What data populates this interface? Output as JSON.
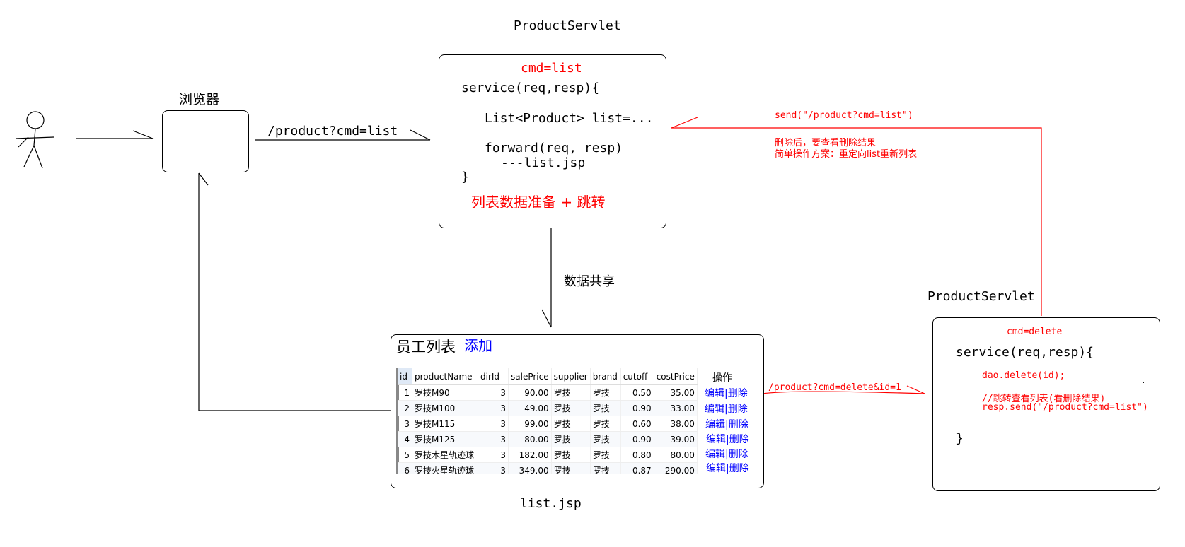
{
  "labels": {
    "top_servlet": "ProductServlet",
    "browser": "浏览器",
    "request_url": "/product?cmd=list",
    "data_share": "数据共享",
    "list_jsp": "list.jsp",
    "right_servlet": "ProductServlet",
    "delete_url": "/product?cmd=delete&id=1",
    "send_label": "send(\"/product?cmd=list\")",
    "note_line1": "删除后，要查看删除结果",
    "note_line2": "简单操作方案：重定向list重新列表"
  },
  "top_box": {
    "cmd": "cmd=list",
    "line1": "service(req,resp){",
    "line2": "List<Product> list=...",
    "line3": "forward(req, resp)",
    "line4": "---list.jsp",
    "line5": "}",
    "caption": "列表数据准备 + 跳转"
  },
  "right_box": {
    "cmd": "cmd=delete",
    "line1": "service(req,resp){",
    "line2": "dao.delete(id);",
    "line3": "//跳转查看列表(看删除结果)",
    "line4": "resp.send(\"/product?cmd=list\")",
    "line5": "}",
    "dot": "."
  },
  "list_panel": {
    "title": "员工列表",
    "add": "添加",
    "headers": [
      "id",
      "productName",
      "dirId",
      "salePrice",
      "supplier",
      "brand",
      "cutoff",
      "costPrice"
    ],
    "ops_header": "操作",
    "edit": "编辑",
    "sep": "|",
    "delete": "删除",
    "rows": [
      [
        "1",
        "罗技M90",
        "3",
        "90.00",
        "罗技",
        "罗技",
        "0.50",
        "35.00"
      ],
      [
        "2",
        "罗技M100",
        "3",
        "49.00",
        "罗技",
        "罗技",
        "0.90",
        "33.00"
      ],
      [
        "3",
        "罗技M115",
        "3",
        "99.00",
        "罗技",
        "罗技",
        "0.60",
        "38.00"
      ],
      [
        "4",
        "罗技M125",
        "3",
        "80.00",
        "罗技",
        "罗技",
        "0.90",
        "39.00"
      ],
      [
        "5",
        "罗技木星轨迹球",
        "3",
        "182.00",
        "罗技",
        "罗技",
        "0.80",
        "80.00"
      ],
      [
        "6",
        "罗技火星轨迹球",
        "3",
        "349.00",
        "罗技",
        "罗技",
        "0.87",
        "290.00"
      ]
    ]
  },
  "colors": {
    "annotation": "#ff0000",
    "link": "#0000ff",
    "line": "#000000"
  }
}
